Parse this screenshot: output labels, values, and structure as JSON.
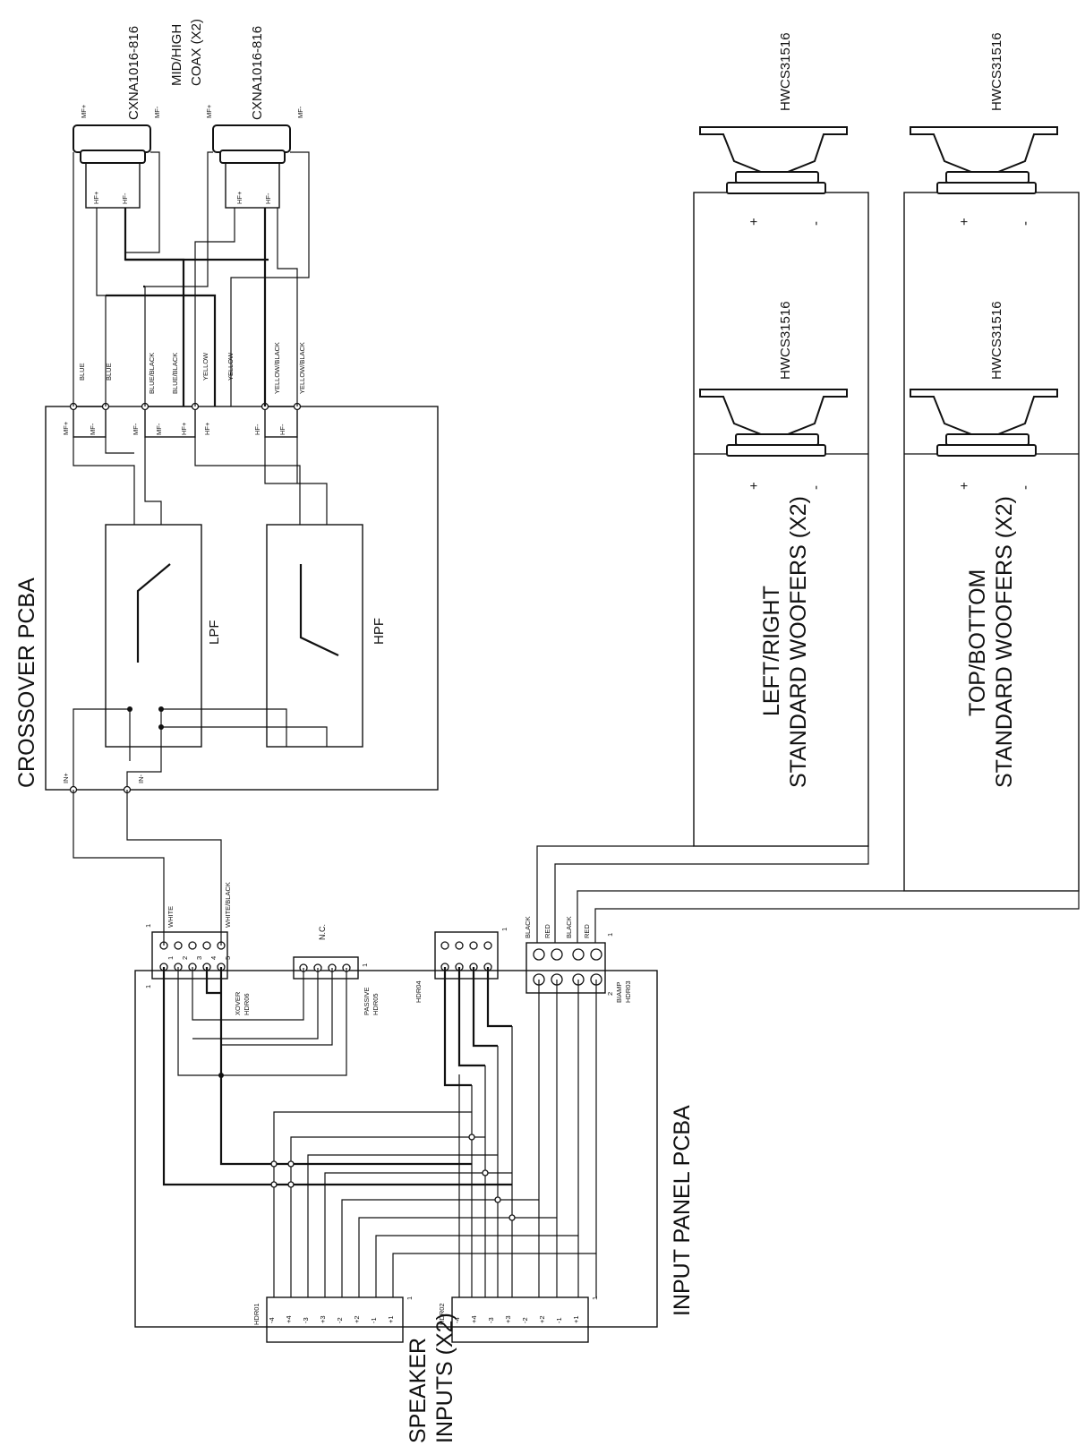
{
  "title": "CROSSOVER PCBA",
  "crossover": {
    "lpf": "LPF",
    "hpf": "HPF",
    "in_plus": "IN+",
    "in_minus": "IN-",
    "terminals": [
      "MF+",
      "MF-",
      "MF-",
      "MF-",
      "HF+",
      "HF+",
      "HF-",
      "HF-"
    ],
    "wire_labels": [
      "BLUE",
      "BLUE",
      "BLUE/BLACK",
      "BLUE/BLACK",
      "YELLOW",
      "YELLOW",
      "YELLOW/BLACK",
      "YELLOW/BLACK"
    ]
  },
  "coax": {
    "group_label": [
      "MID/HIGH",
      "COAX (X2)"
    ],
    "model_1": "CXNA1016-816",
    "model_2": "CXNA1016-816",
    "mf_plus": "MF+",
    "mf_minus": "MF-",
    "hf_plus": "HF+",
    "hf_minus": "HF-"
  },
  "woofers": {
    "model": "HWCS31516",
    "plus": "+",
    "minus": "-",
    "left_right": [
      "LEFT/RIGHT",
      "STANDARD WOOFERS (X2)"
    ],
    "top_bottom": [
      "TOP/BOTTOM",
      "STANDARD WOOFERS (X2)"
    ]
  },
  "input_panel": {
    "title": "INPUT PANEL PCBA",
    "speaker_inputs": [
      "SPEAKER",
      "INPUTS (X2)"
    ],
    "hdr6": {
      "name": [
        "XOVER",
        "HDR06"
      ],
      "wire_1": "WHITE",
      "wire_5": "WHITE/BLACK",
      "pins": [
        "1",
        "2",
        "3",
        "4",
        "5"
      ],
      "pin1": "1"
    },
    "hdr5": {
      "name": [
        "PASSIVE",
        "HDR05"
      ],
      "nc": "N.C.",
      "pin1": "1"
    },
    "hdr4": {
      "name": "HDR04",
      "pin1": "1"
    },
    "hdr3": {
      "name": [
        "BIAMP",
        "HDR03"
      ],
      "wires": [
        "BLACK",
        "RED",
        "BLACK",
        "RED"
      ],
      "pin1": "1",
      "pin2": "2"
    },
    "hdr1": {
      "name": "HDR01",
      "pins": [
        "-4",
        "+4",
        "-3",
        "+3",
        "-2",
        "+2",
        "-1",
        "+1"
      ],
      "pin1": "1"
    },
    "hdr2": {
      "name": "HDR02",
      "pins": [
        "-4",
        "+4",
        "-3",
        "+3",
        "-2",
        "+2",
        "-1",
        "+1"
      ],
      "pin1": "1"
    }
  },
  "colors": {
    "line": "#111111",
    "background": "#ffffff"
  }
}
